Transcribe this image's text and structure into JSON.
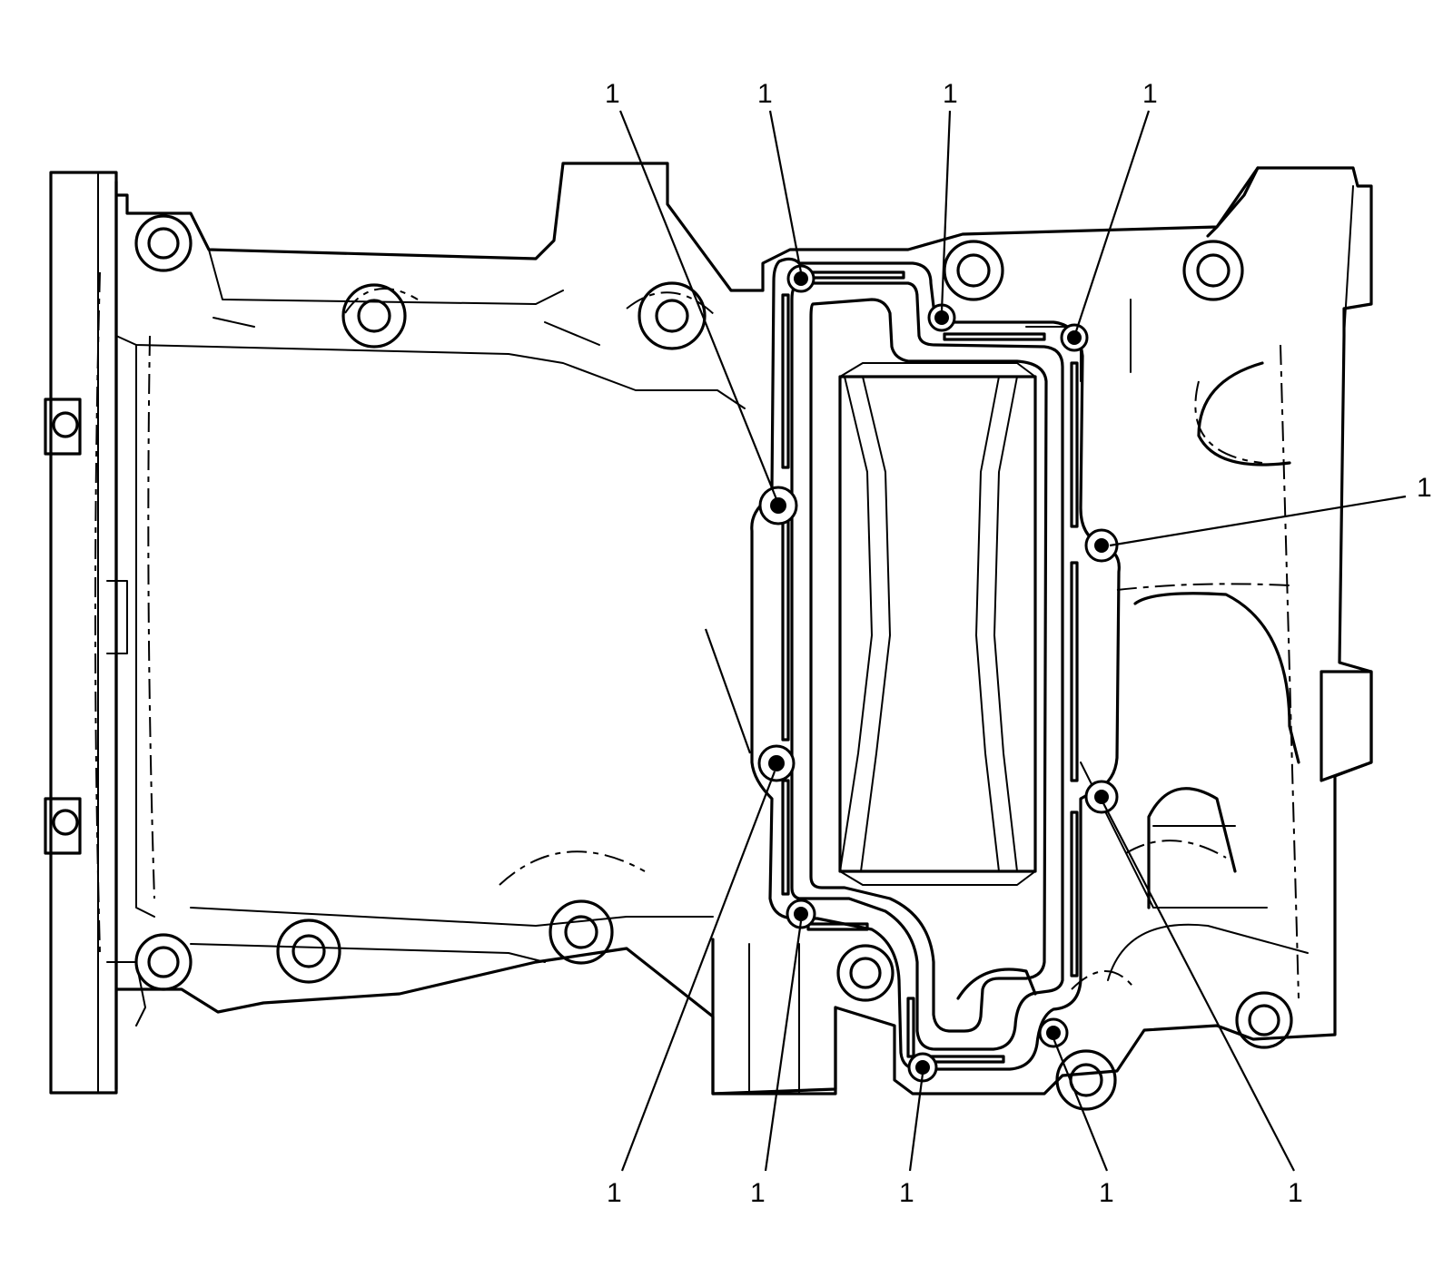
{
  "figure": {
    "callouts": [
      {
        "label": "1"
      },
      {
        "label": "1"
      },
      {
        "label": "1"
      },
      {
        "label": "1"
      },
      {
        "label": "1"
      },
      {
        "label": "1"
      },
      {
        "label": "1"
      },
      {
        "label": "1"
      },
      {
        "label": "1"
      },
      {
        "label": "1"
      }
    ]
  }
}
